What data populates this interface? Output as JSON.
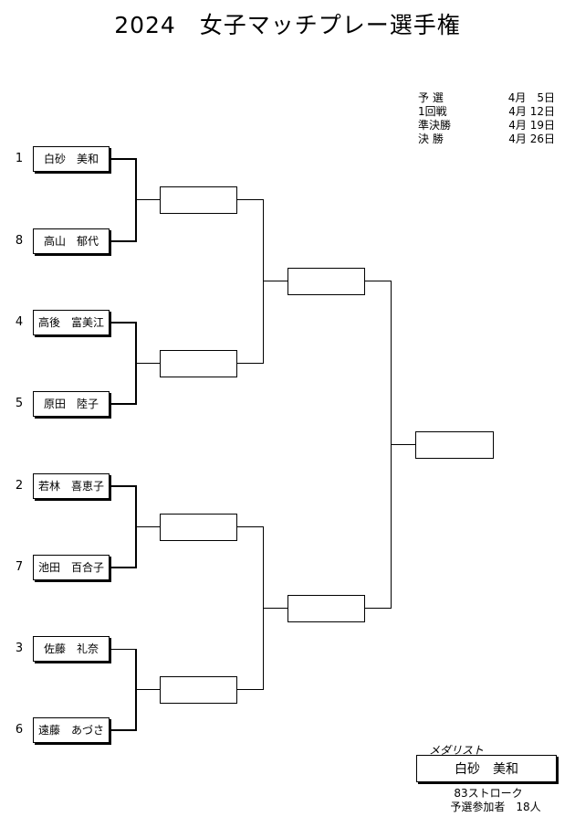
{
  "title": "2024　女子マッチプレー選手権",
  "schedule": [
    {
      "label": "予 選",
      "date": "4月　5日"
    },
    {
      "label": "1回戦",
      "date": "4月 12日"
    },
    {
      "label": "準決勝",
      "date": "4月 19日"
    },
    {
      "label": "決 勝",
      "date": "4月 26日"
    }
  ],
  "players": [
    {
      "seed": "1",
      "name": "白砂　美和"
    },
    {
      "seed": "8",
      "name": "高山　郁代"
    },
    {
      "seed": "4",
      "name": "高後　富美江"
    },
    {
      "seed": "5",
      "name": "原田　陸子"
    },
    {
      "seed": "2",
      "name": "若林　喜恵子"
    },
    {
      "seed": "7",
      "name": "池田　百合子"
    },
    {
      "seed": "3",
      "name": "佐藤　礼奈"
    },
    {
      "seed": "6",
      "name": "遠藤　あづさ"
    }
  ],
  "medalist": {
    "label": "メダリスト",
    "name": "白砂　美和",
    "score": "83ストローク",
    "participants": "予選参加者　18人"
  }
}
